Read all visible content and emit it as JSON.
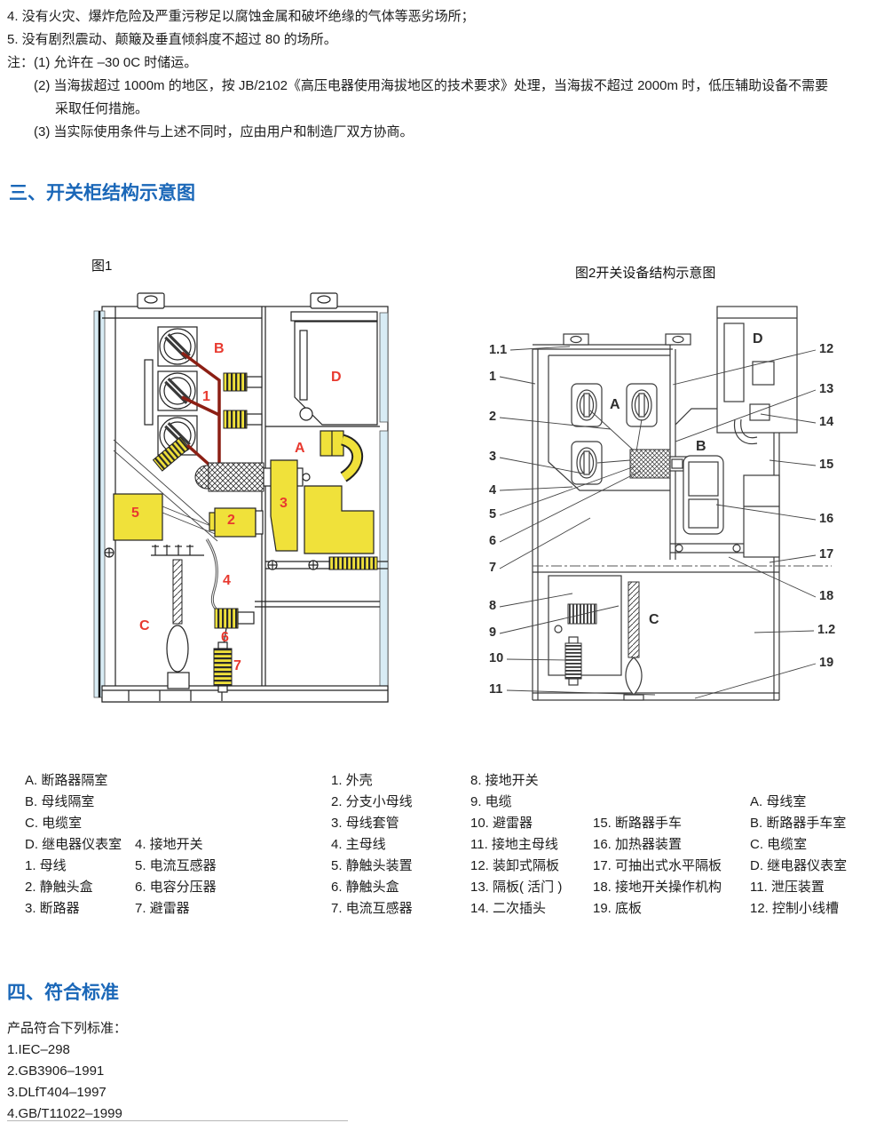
{
  "intro": {
    "lines": [
      "4.  没有火灾、爆炸危险及严重污秽足以腐蚀金属和破坏绝缘的气体等恶劣场所；",
      "5.  没有剧烈震动、颠簸及垂直倾斜度不超过 80 的场所。",
      "注：(1) 允许在 –30 0C 时储运。",
      "(2) 当海拔超过 1000m 的地区，按 JB/2102《高压电器使用海拔地区的技术要求》处理，当海拔不超过 2000m 时，低压辅助设备不需要",
      "采取任何措施。",
      "(3) 当实际使用条件与上述不同时，应由用户和制造厂双方协商。"
    ]
  },
  "sections": {
    "s3_title": "三、开关柜结构示意图",
    "s4_title": "四、符合标准"
  },
  "figures": {
    "fig1": {
      "caption": "图1",
      "labels": [
        "B",
        "1",
        "D",
        "A",
        "3",
        "2",
        "5",
        "4",
        "C",
        "6",
        "7"
      ]
    },
    "fig2": {
      "caption": "图2开关设备结构示意图",
      "left_callouts": [
        "1.1",
        "1",
        "2",
        "3",
        "4",
        "5",
        "6",
        "7",
        "8",
        "9",
        "10",
        "11"
      ],
      "right_callouts": [
        "12",
        "13",
        "14",
        "15",
        "16",
        "17",
        "18",
        "1.2",
        "19"
      ],
      "letters": [
        "A",
        "B",
        "C",
        "D"
      ]
    }
  },
  "legend": {
    "col1": [
      "A. 断路器隔室",
      "B. 母线隔室",
      "C. 电缆室",
      "D. 继电器仪表室",
      "1. 母线",
      "2. 静触头盒",
      "3. 断路器"
    ],
    "col2": [
      "4. 接地开关",
      "5. 电流互感器",
      "6. 电容分压器",
      "7. 避雷器"
    ],
    "col3": [
      "1. 外壳",
      "2. 分支小母线",
      "3. 母线套管",
      "4. 主母线",
      "5. 静触头装置",
      "6. 静触头盒",
      "7. 电流互感器"
    ],
    "col4": [
      "8. 接地开关",
      "9. 电缆",
      "10. 避雷器",
      "11. 接地主母线",
      "12. 装卸式隔板",
      "13. 隔板( 活门 )",
      "14. 二次插头"
    ],
    "col5": [
      "15. 断路器手车",
      "16. 加热器装置",
      "17. 可抽出式水平隔板",
      "18. 接地开关操作机构",
      "19. 底板"
    ],
    "col6": [
      "A. 母线室",
      "B. 断路器手车室",
      "C. 电缆室",
      "D. 继电器仪表室",
      "11. 泄压装置",
      "12. 控制小线槽"
    ]
  },
  "standards": {
    "intro": "产品符合下列标准：",
    "items": [
      "1.IEC–298",
      "2.GB3906–1991",
      "3.DLfT404–1997",
      "4.GB/T11022–1999"
    ]
  },
  "colors": {
    "heading_blue": "#1a67b8",
    "label_red": "#e8392f",
    "component_yellow": "#f0e13a",
    "busbar_maroon": "#8c1f14",
    "pale_blue": "#d8ecf5"
  }
}
